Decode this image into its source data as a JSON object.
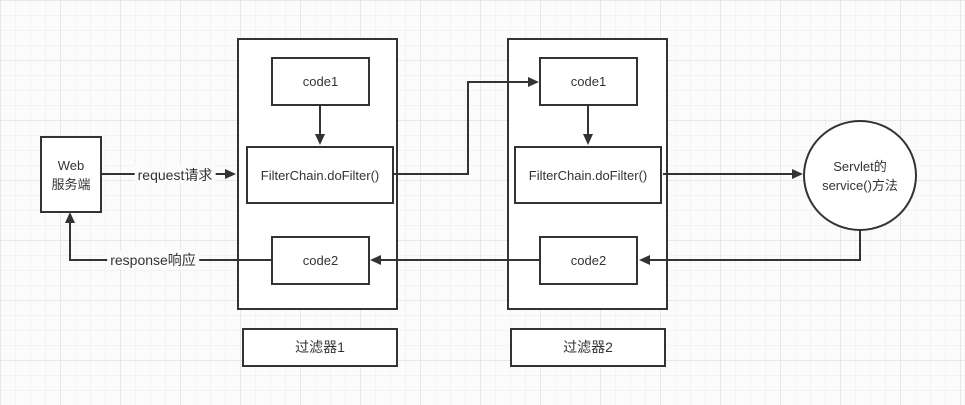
{
  "colors": {
    "stroke": "#333333",
    "text": "#333333",
    "shape_fill": "#ffffff",
    "canvas": "#fbfbfb",
    "grid_minor": "#f3f3f3",
    "grid_major": "#e7e7e7"
  },
  "nodes": {
    "web_server": {
      "line1": "Web",
      "line2": "服务端"
    },
    "filter1": {
      "code1": "code1",
      "dofilter": "FilterChain.doFilter()",
      "code2": "code2",
      "label": "过滤器1"
    },
    "filter2": {
      "code1": "code1",
      "dofilter": "FilterChain.doFilter()",
      "code2": "code2",
      "label": "过滤器2"
    },
    "servlet": {
      "line1": "Servlet的",
      "line2": "service()方法"
    }
  },
  "edges": {
    "request_label": "request请求",
    "response_label": "response响应"
  }
}
